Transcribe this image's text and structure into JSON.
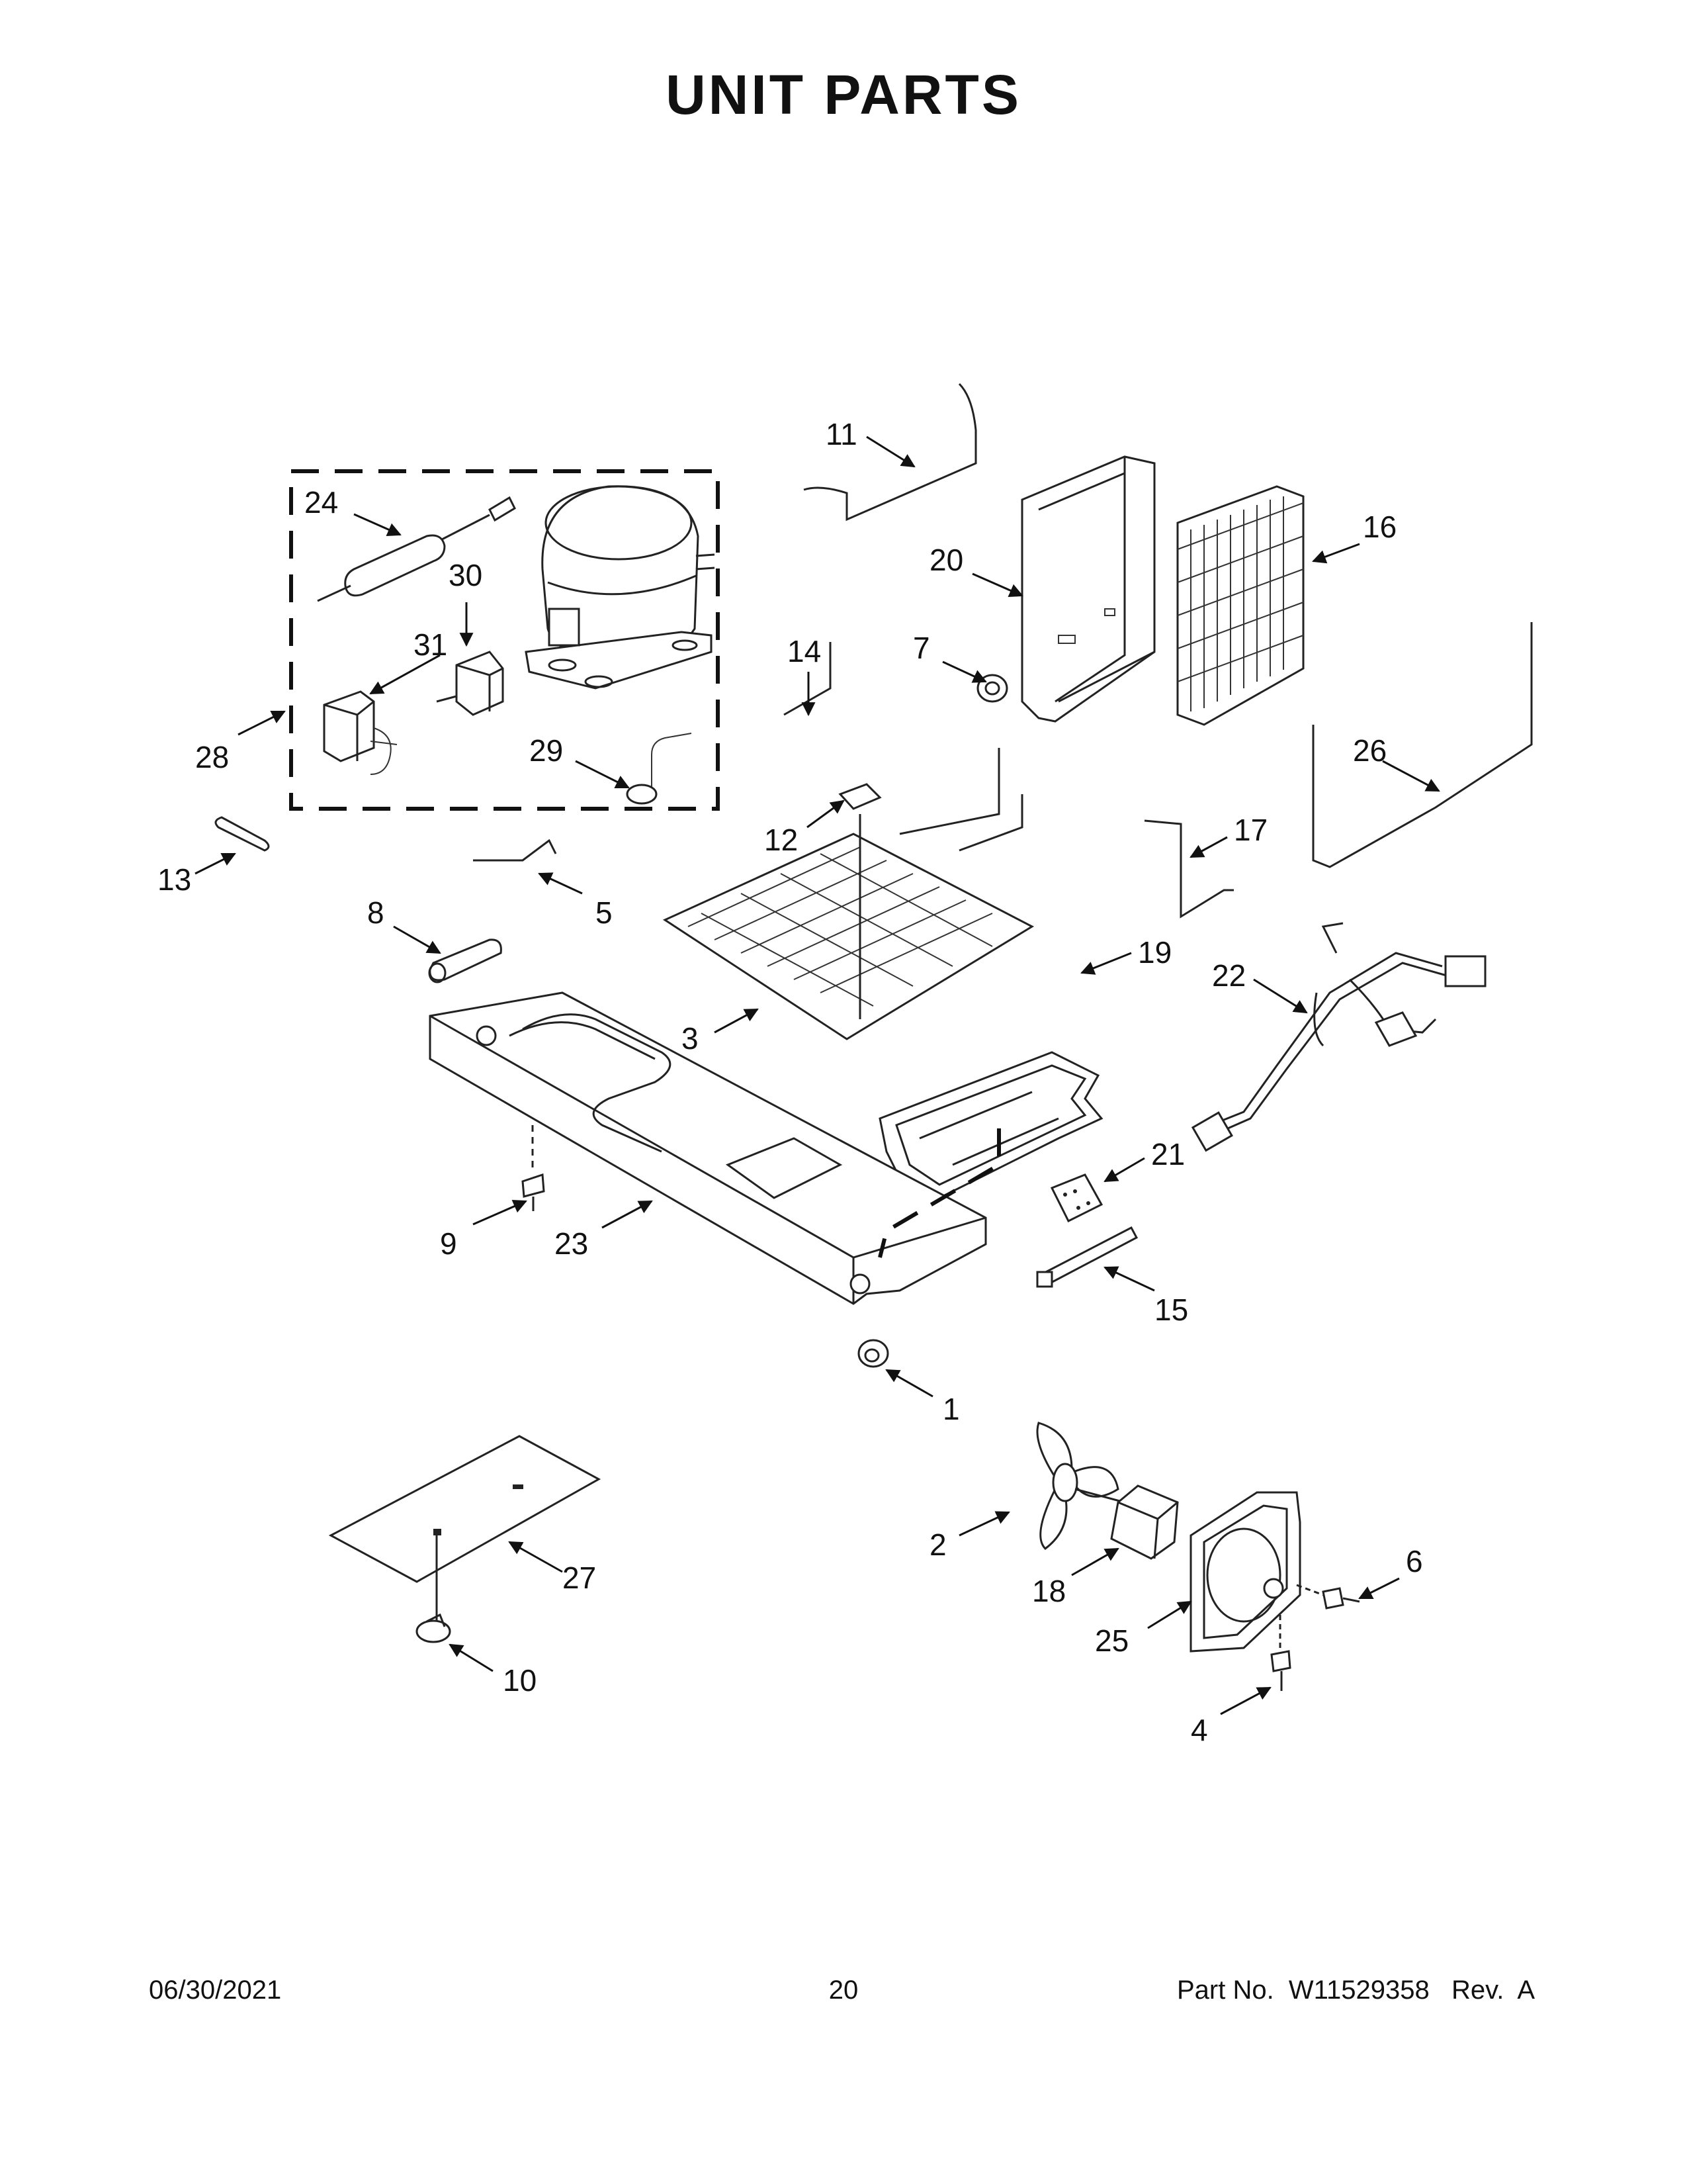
{
  "title": "UNIT  PARTS",
  "footer": {
    "date": "06/30/2021",
    "page": "20",
    "part_no": "Part No.  W11529358   Rev.  A"
  },
  "callouts": {
    "c1": "1",
    "c2": "2",
    "c3": "3",
    "c4": "4",
    "c5": "5",
    "c6": "6",
    "c7": "7",
    "c8": "8",
    "c9": "9",
    "c10": "10",
    "c11": "11",
    "c12": "12",
    "c13": "13",
    "c14": "14",
    "c15": "15",
    "c16": "16",
    "c17": "17",
    "c18": "18",
    "c19": "19",
    "c20": "20",
    "c21": "21",
    "c22": "22",
    "c23": "23",
    "c24": "24",
    "c25": "25",
    "c26": "26",
    "c27": "27",
    "c28": "28",
    "c29": "29",
    "c30": "30",
    "c31": "31"
  }
}
